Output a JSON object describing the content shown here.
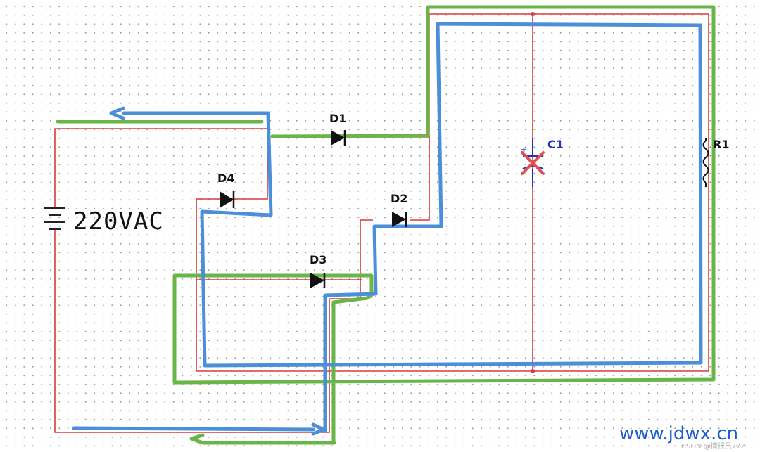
{
  "components": {
    "source_label": "220VAC",
    "d1": "D1",
    "d2": "D2",
    "d3": "D3",
    "d4": "D4",
    "c1": "C1",
    "r1": "R1"
  },
  "watermark": {
    "site": "www.jdwx.cn",
    "source": "CSDN @情报员772"
  },
  "colors": {
    "wire": "#d83a3a",
    "path_green": "#6ab54a",
    "path_blue": "#4a8fd8",
    "cross": "#e05050",
    "capacitor": "#2233bb"
  }
}
